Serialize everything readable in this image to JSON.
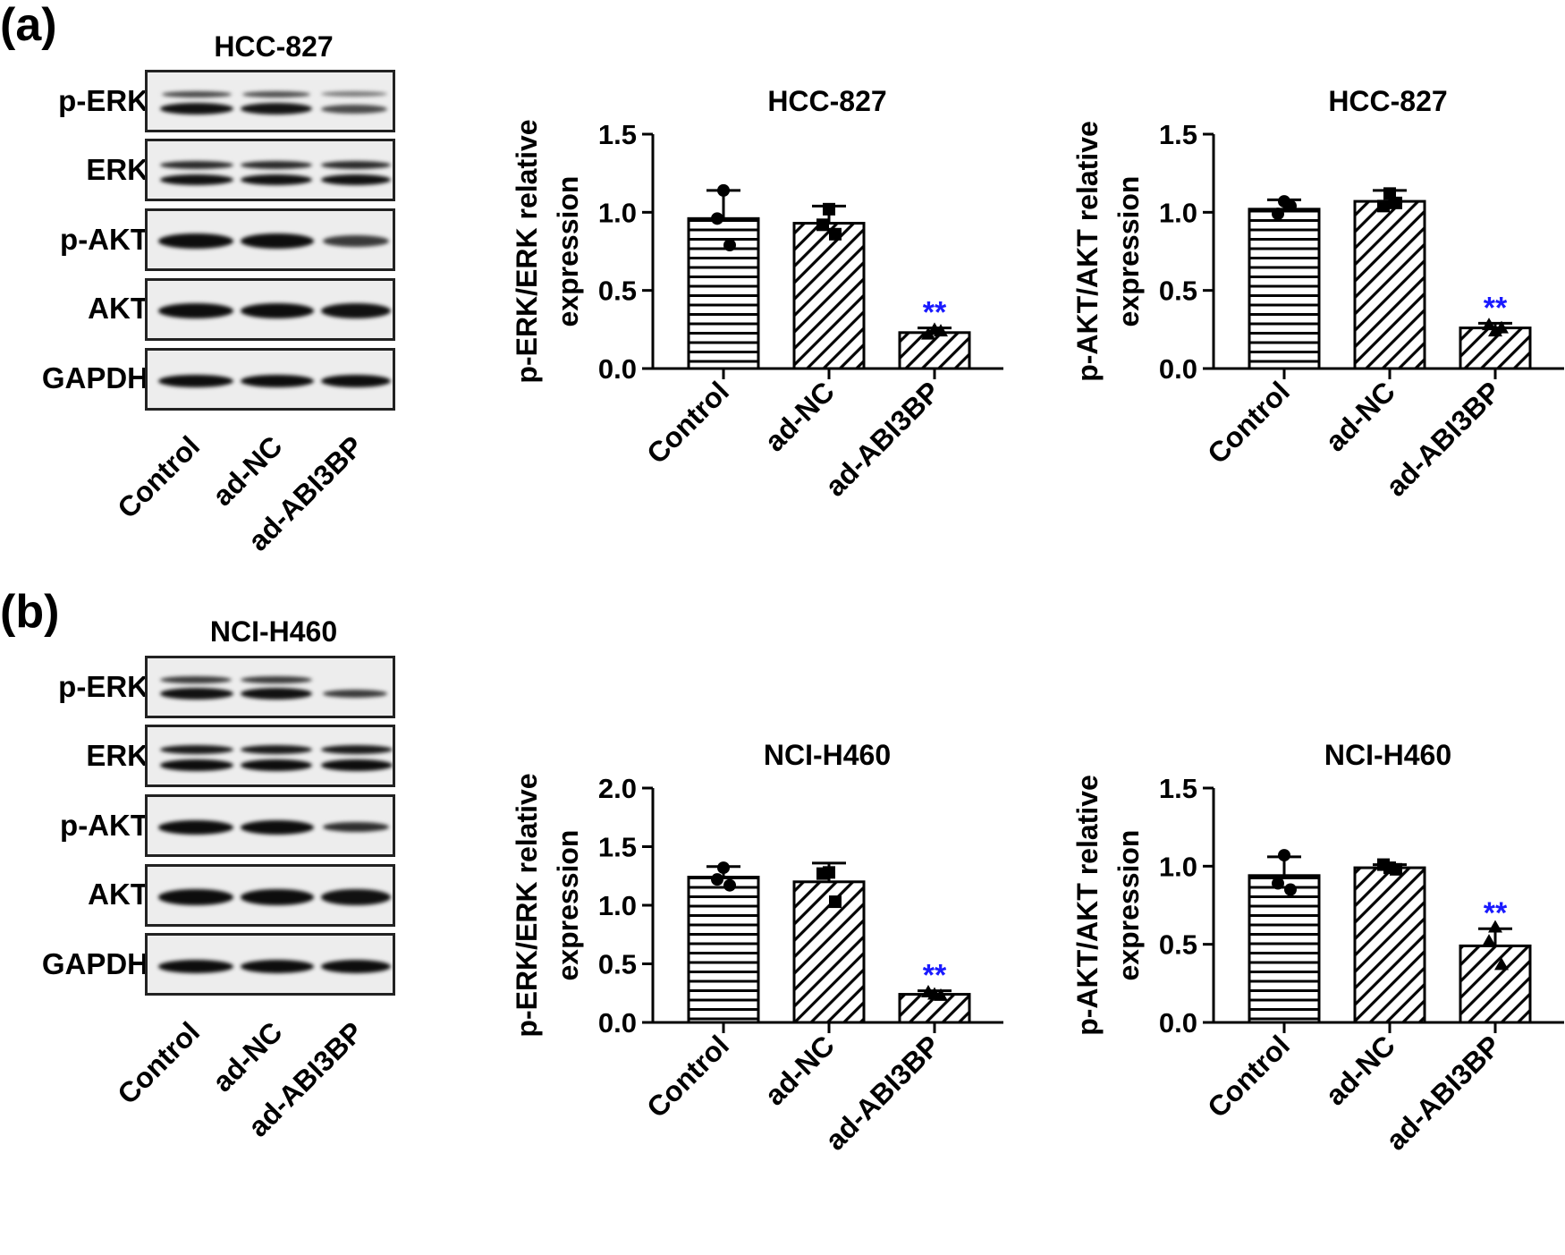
{
  "panels": [
    {
      "label": "(a)",
      "blot": {
        "title": "HCC-827",
        "rows": [
          "p-ERK",
          "ERK",
          "p-AKT",
          "AKT",
          "GAPDH"
        ],
        "lanes": [
          "Control",
          "ad-NC",
          "ad-ABI3BP"
        ]
      }
    },
    {
      "label": "(b)",
      "blot": {
        "title": "NCI-H460",
        "rows": [
          "p-ERK",
          "ERK",
          "p-AKT",
          "AKT",
          "GAPDH"
        ],
        "lanes": [
          "Control",
          "ad-NC",
          "ad-ABI3BP"
        ]
      }
    }
  ],
  "colors": {
    "bar_fill": "#ffffff",
    "stroke": "#000000",
    "significance": "#1a1aff"
  },
  "chart_data": [
    {
      "type": "bar",
      "title": "HCC-827",
      "ylabel": [
        "p-ERK/ERK relative",
        "expression"
      ],
      "categories": [
        "Control",
        "ad-NC",
        "ad-ABI3BP"
      ],
      "values": [
        0.96,
        0.93,
        0.23
      ],
      "error": [
        0.18,
        0.11,
        0.03
      ],
      "points": [
        [
          1.14,
          0.96,
          0.79
        ],
        [
          1.02,
          0.92,
          0.86
        ],
        [
          0.25,
          0.22,
          0.24
        ]
      ],
      "markers": [
        "circle",
        "square",
        "triangle"
      ],
      "patterns": [
        "horizontal",
        "diagonal",
        "diagonal"
      ],
      "significance": [
        "",
        "",
        "**"
      ],
      "ylim": [
        0,
        1.5
      ],
      "yticks": [
        "0.0",
        "0.5",
        "1.0",
        "1.5"
      ]
    },
    {
      "type": "bar",
      "title": "HCC-827",
      "ylabel": [
        "p-AKT/AKT relative",
        "expression"
      ],
      "categories": [
        "Control",
        "ad-NC",
        "ad-ABI3BP"
      ],
      "values": [
        1.02,
        1.07,
        0.26
      ],
      "error": [
        0.06,
        0.07,
        0.03
      ],
      "points": [
        [
          1.07,
          0.99,
          1.04
        ],
        [
          1.12,
          1.04,
          1.06
        ],
        [
          0.24,
          0.28,
          0.26
        ]
      ],
      "markers": [
        "circle",
        "square",
        "triangle"
      ],
      "patterns": [
        "horizontal",
        "diagonal",
        "diagonal"
      ],
      "significance": [
        "",
        "",
        "**"
      ],
      "ylim": [
        0,
        1.5
      ],
      "yticks": [
        "0.0",
        "0.5",
        "1.0",
        "1.5"
      ]
    },
    {
      "type": "bar",
      "title": "NCI-H460",
      "ylabel": [
        "p-ERK/ERK relative",
        "expression"
      ],
      "categories": [
        "Control",
        "ad-NC",
        "ad-ABI3BP"
      ],
      "values": [
        1.24,
        1.2,
        0.24
      ],
      "error": [
        0.09,
        0.16,
        0.03
      ],
      "points": [
        [
          1.32,
          1.22,
          1.17
        ],
        [
          1.28,
          1.27,
          1.03
        ],
        [
          0.24,
          0.26,
          0.23
        ]
      ],
      "markers": [
        "circle",
        "square",
        "triangle"
      ],
      "patterns": [
        "horizontal",
        "diagonal",
        "diagonal"
      ],
      "significance": [
        "",
        "",
        "**"
      ],
      "ylim": [
        0,
        2.0
      ],
      "yticks": [
        "0.0",
        "0.5",
        "1.0",
        "1.5",
        "2.0"
      ]
    },
    {
      "type": "bar",
      "title": "NCI-H460",
      "ylabel": [
        "p-AKT/AKT relative",
        "expression"
      ],
      "categories": [
        "Control",
        "ad-NC",
        "ad-ABI3BP"
      ],
      "values": [
        0.94,
        0.99,
        0.49
      ],
      "error": [
        0.12,
        0.02,
        0.11
      ],
      "points": [
        [
          1.07,
          0.89,
          0.85
        ],
        [
          0.99,
          1.01,
          0.98
        ],
        [
          0.61,
          0.52,
          0.37
        ]
      ],
      "markers": [
        "circle",
        "square",
        "triangle"
      ],
      "patterns": [
        "horizontal",
        "diagonal",
        "diagonal"
      ],
      "significance": [
        "",
        "",
        "**"
      ],
      "ylim": [
        0,
        1.5
      ],
      "yticks": [
        "0.0",
        "0.5",
        "1.0",
        "1.5"
      ]
    }
  ]
}
